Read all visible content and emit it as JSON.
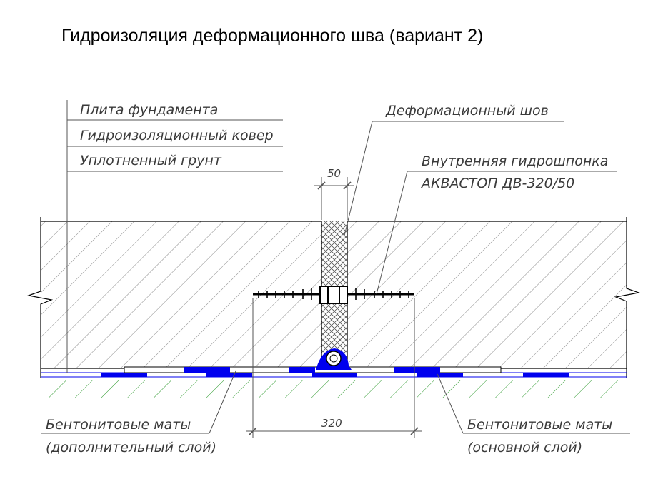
{
  "title": "Гидроизоляция деформационного шва (вариант 2)",
  "layers": {
    "slab": "Плита фундамента",
    "membrane": "Гидроизоляционный ковер",
    "soil": "Уплотненный грунт"
  },
  "callouts": {
    "joint": "Деформационный шов",
    "waterstop_line1": "Внутренняя гидрошпонка",
    "waterstop_line2": "АКВАСТОП ДВ-320/50",
    "bentonite_left_line1": "Бентонитовые маты",
    "bentonite_left_line2": "(дополнительный слой)",
    "bentonite_right_line1": "Бентонитовые маты",
    "bentonite_right_line2": "(основной слой)"
  },
  "dimensions": {
    "joint_width": "50",
    "waterstop_width": "320"
  },
  "colors": {
    "line": "#000000",
    "leader": "#555555",
    "bentonite": "#0000ee",
    "soil_hatch": "#2e9a2e",
    "text": "#3a3a3a"
  }
}
